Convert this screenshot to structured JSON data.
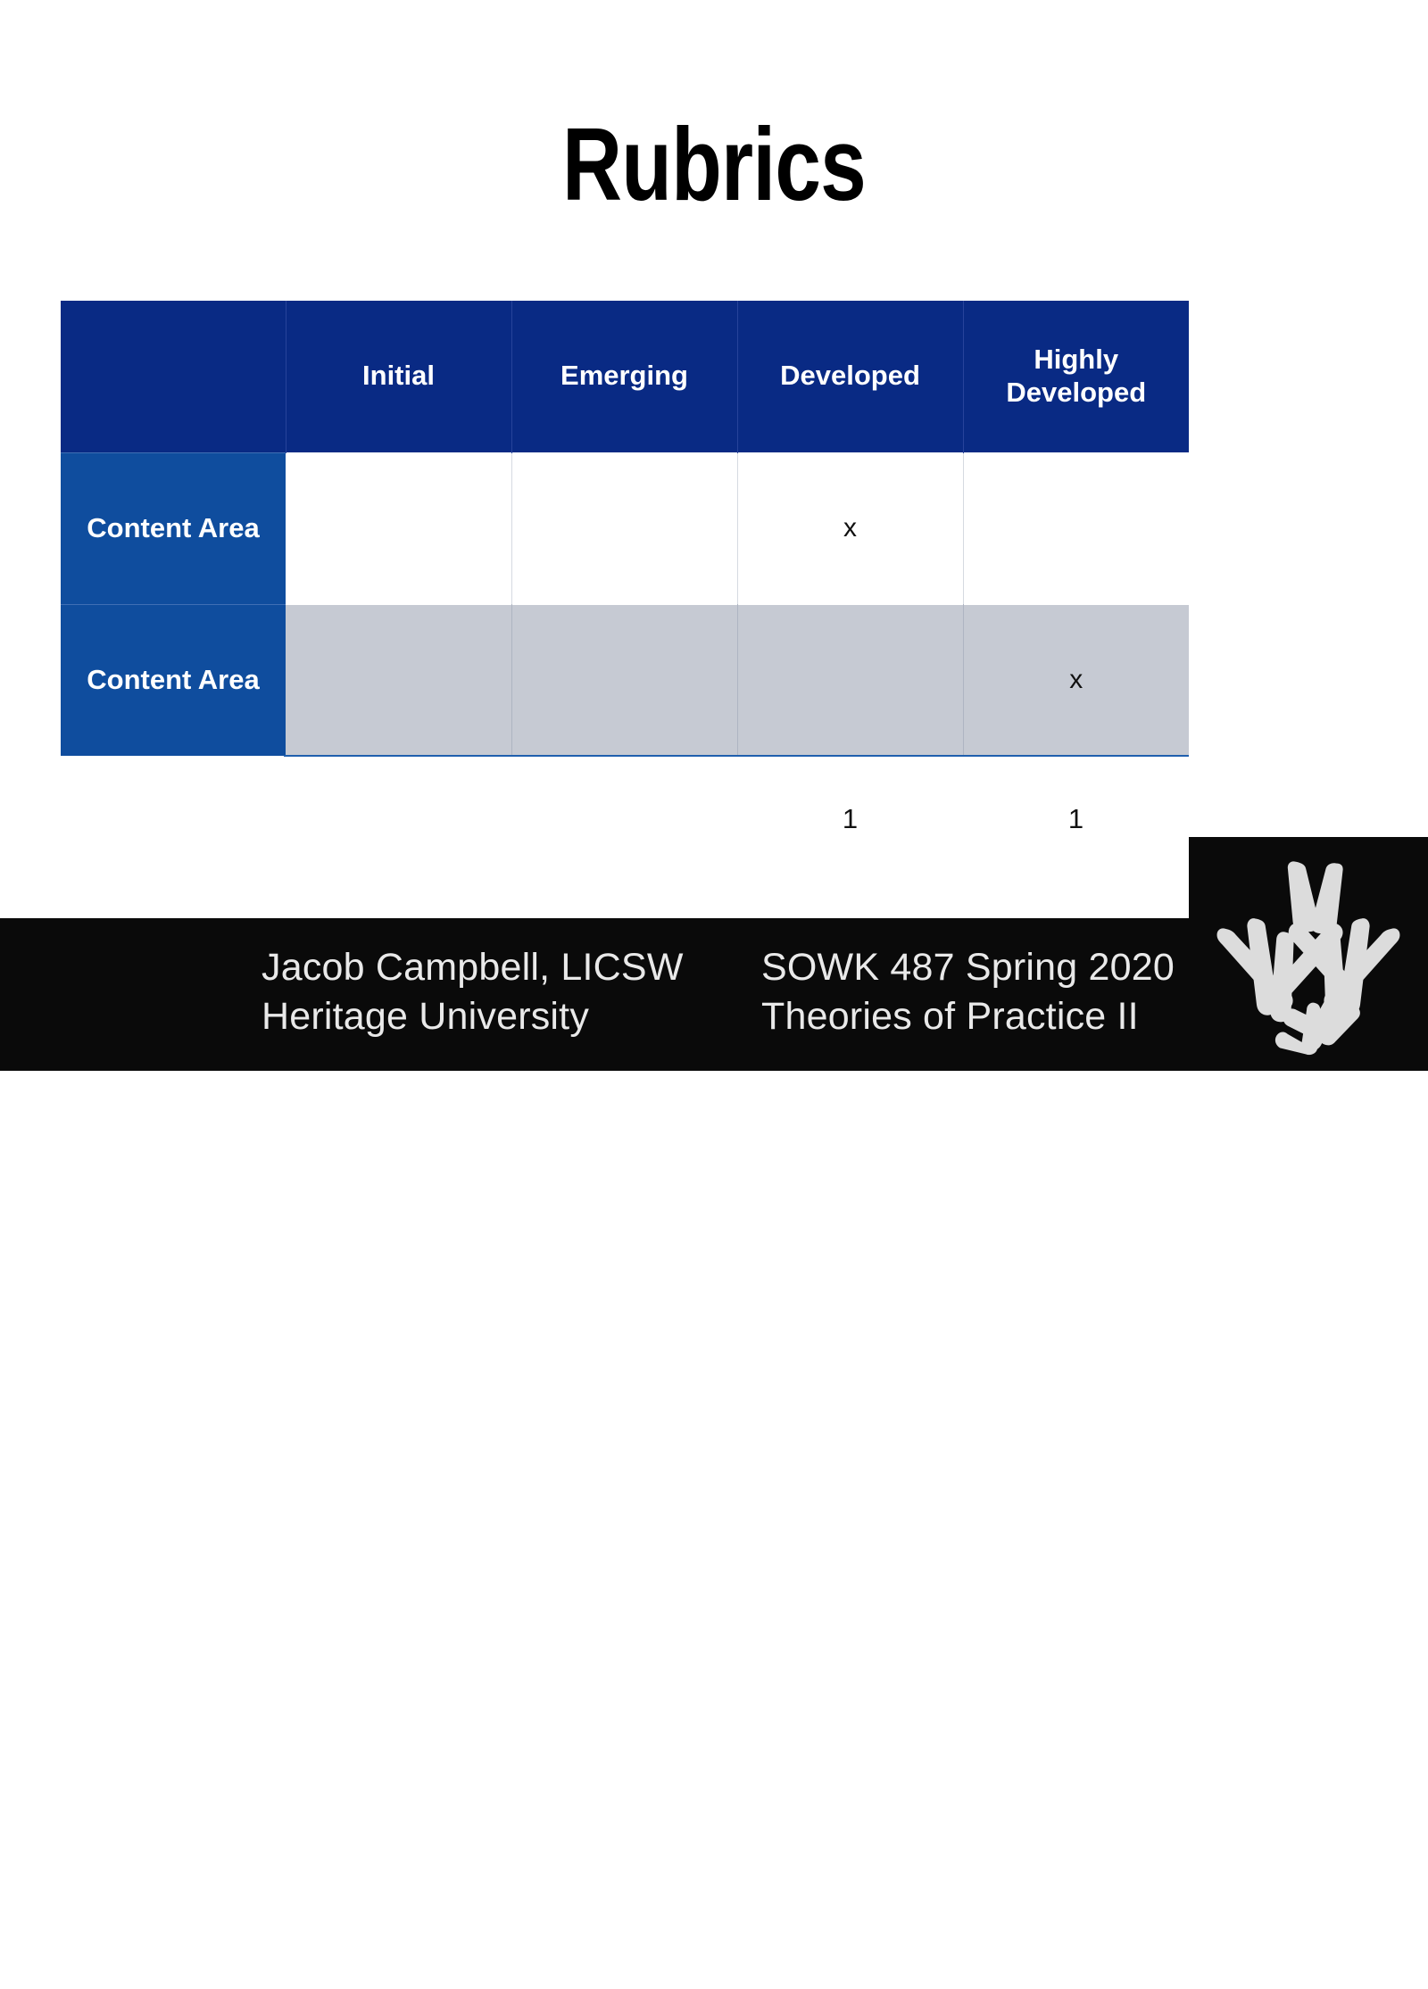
{
  "slide": {
    "title": "Rubrics"
  },
  "rubric": {
    "corner_label": "",
    "columns": [
      "Initial",
      "Emerging",
      "Developed",
      "Highly Developed"
    ],
    "rows": [
      {
        "label": "Content Area",
        "shaded": false,
        "marks": [
          "",
          "",
          "x",
          ""
        ]
      },
      {
        "label": "Content Area",
        "shaded": true,
        "marks": [
          "",
          "",
          "",
          "x"
        ]
      }
    ],
    "totals": [
      "",
      "",
      "1",
      "1"
    ],
    "colors": {
      "header_bg": "#092a84",
      "row_label_bg": "#0f4d9e",
      "shaded_row_bg": "#c6cad3",
      "underline": "#1f5fae",
      "header_text": "#ffffff",
      "mark_text": "#111111"
    }
  },
  "footer": {
    "left_line1": "Jacob Campbell, LICSW",
    "left_line2": "Heritage University",
    "right_line1": "SOWK 487 Spring 2020",
    "right_line2": "Theories of Practice II",
    "background": "#0a0a0a",
    "text_color": "#e9e9e9"
  },
  "logo": {
    "name": "heritage-university-logo",
    "background": "#0a0a0a",
    "mark_color": "#dcdcdc"
  }
}
